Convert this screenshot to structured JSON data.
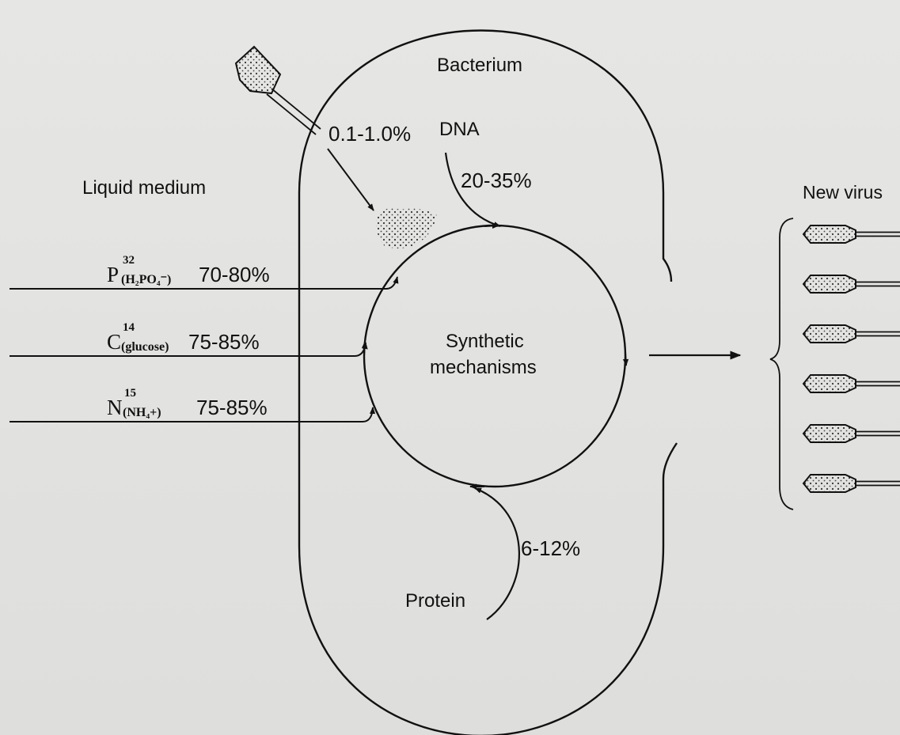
{
  "labels": {
    "bacterium": "Bacterium",
    "liquid_medium": "Liquid medium",
    "new_virus": "New virus",
    "dna": "DNA",
    "protein": "Protein",
    "synthetic_line1": "Synthetic",
    "synthetic_line2": "mechanisms"
  },
  "percentages": {
    "injection": "0.1-1.0%",
    "dna": "20-35%",
    "protein": "6-12%"
  },
  "inputs": [
    {
      "element": "P",
      "isotope": "32",
      "source": "(H₂PO₄⁻)",
      "percent": "70-80%"
    },
    {
      "element": "C",
      "isotope": "14",
      "source": "(glucose)",
      "percent": "75-85%"
    },
    {
      "element": "N",
      "isotope": "15",
      "source": "(NH₄+)",
      "percent": "75-85%"
    }
  ],
  "new_virus_count": 6,
  "colors": {
    "ink": "#111111",
    "background": "#e2e2e0"
  }
}
